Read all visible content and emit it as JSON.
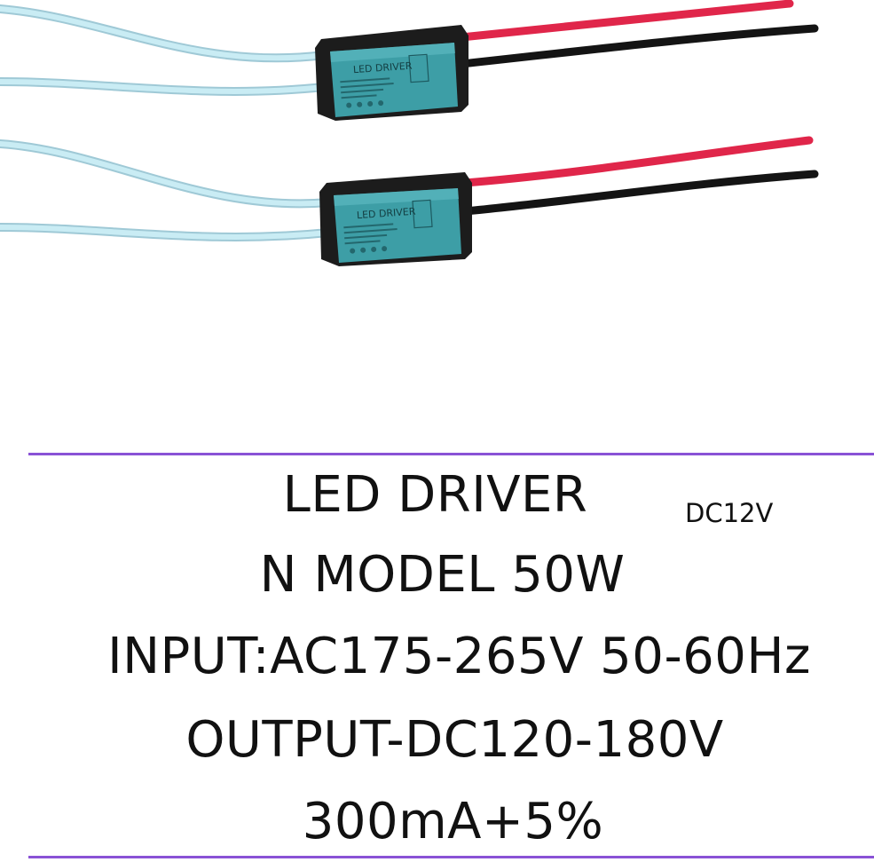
{
  "product": {
    "casing_label": "LED DRIVER",
    "colors": {
      "case": "#3d9ea6",
      "cap": "#1c1c1c",
      "input_wire": "#bfe4ee",
      "output_red": "#e0264a",
      "output_black": "#141414",
      "divider": "#8a52d6"
    }
  },
  "spec": {
    "title": "LED DRIVER",
    "voltage_badge": "DC12V",
    "model": "N MODEL 50W",
    "input": "INPUT:AC175-265V 50-60Hz",
    "output": "OUTPUT-DC120-180V",
    "current": "300mA+5%"
  }
}
